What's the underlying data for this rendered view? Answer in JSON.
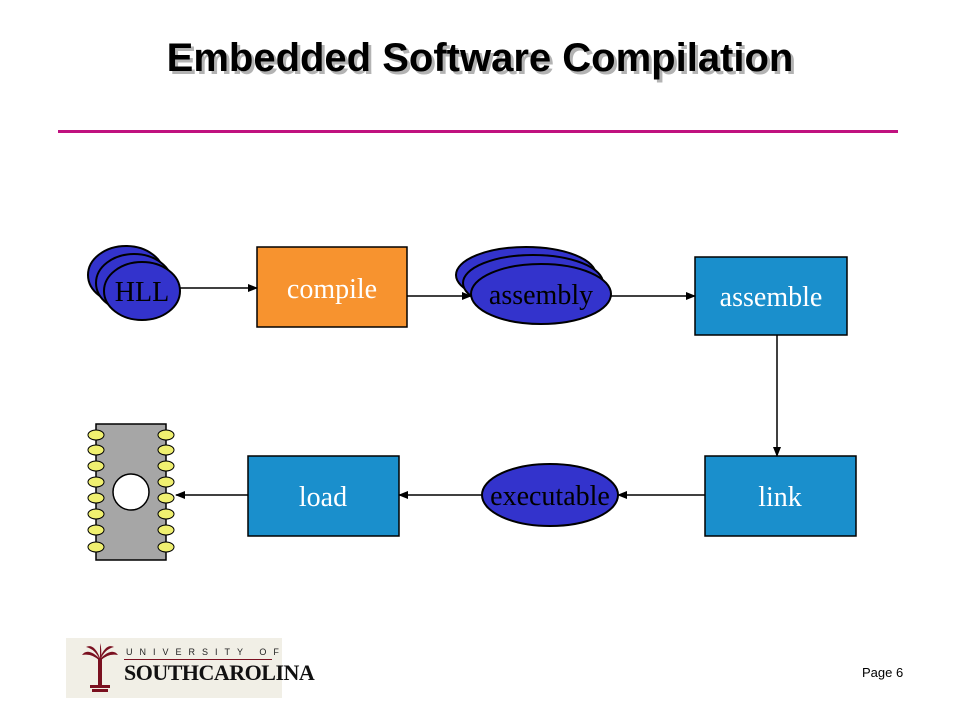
{
  "title": "Embedded Software Compilation",
  "colors": {
    "accent_rule": "#c0127f",
    "oval_fill": "#3333cc",
    "compile_fill": "#f7932f",
    "box_fill": "#1a8fcc",
    "chip_body": "#a6a6a6",
    "chip_pin": "#f0f070"
  },
  "diagram": {
    "nodes": {
      "hll": "HLL",
      "compile": "compile",
      "assembly": "assembly",
      "assemble": "assemble",
      "link": "link",
      "executable": "executable",
      "load": "load"
    },
    "chip_icon": "ic-chip-icon"
  },
  "footer": {
    "logo_line1": "UNIVERSITY OF",
    "logo_line2": "SOUTHCAROLINA",
    "page": "Page 6"
  }
}
